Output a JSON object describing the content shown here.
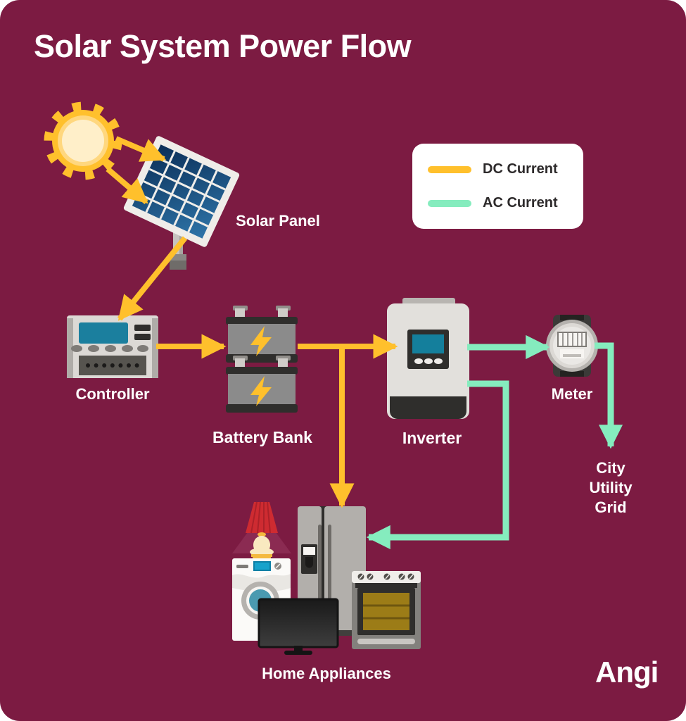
{
  "title": "Solar System Power Flow",
  "brand_logo": "Angi",
  "legend": {
    "items": [
      {
        "label": "DC Current",
        "color": "#FFC02C"
      },
      {
        "label": "AC Current",
        "color": "#85ECBE"
      }
    ]
  },
  "nodes": {
    "solar_panel": {
      "label": "Solar Panel"
    },
    "controller": {
      "label": "Controller"
    },
    "battery_bank": {
      "label": "Battery Bank"
    },
    "inverter": {
      "label": "Inverter"
    },
    "meter": {
      "label": "Meter"
    },
    "city_utility_grid": {
      "lines": [
        "City",
        "Utility",
        "Grid"
      ]
    },
    "home_appliances": {
      "label": "Home Appliances"
    }
  },
  "flows": [
    {
      "from": "sun",
      "to": "solar_panel",
      "type": "sunlight"
    },
    {
      "from": "solar_panel",
      "to": "controller",
      "type": "DC"
    },
    {
      "from": "controller",
      "to": "battery_bank",
      "type": "DC"
    },
    {
      "from": "battery_bank",
      "to": "inverter",
      "type": "DC"
    },
    {
      "from": "battery_bank",
      "to": "home_appliances",
      "type": "DC"
    },
    {
      "from": "inverter",
      "to": "meter",
      "type": "AC"
    },
    {
      "from": "inverter",
      "to": "home_appliances",
      "type": "AC"
    },
    {
      "from": "meter",
      "to": "city_utility_grid",
      "type": "AC"
    }
  ],
  "colors": {
    "background": "#7C1B42",
    "dc": "#FFC02C",
    "ac": "#85ECBE",
    "text_light": "#FFFFFF",
    "legend_text": "#2D2A2B",
    "screen_teal": "#1B7F9E",
    "panel_cell_blue": "#14487B"
  }
}
